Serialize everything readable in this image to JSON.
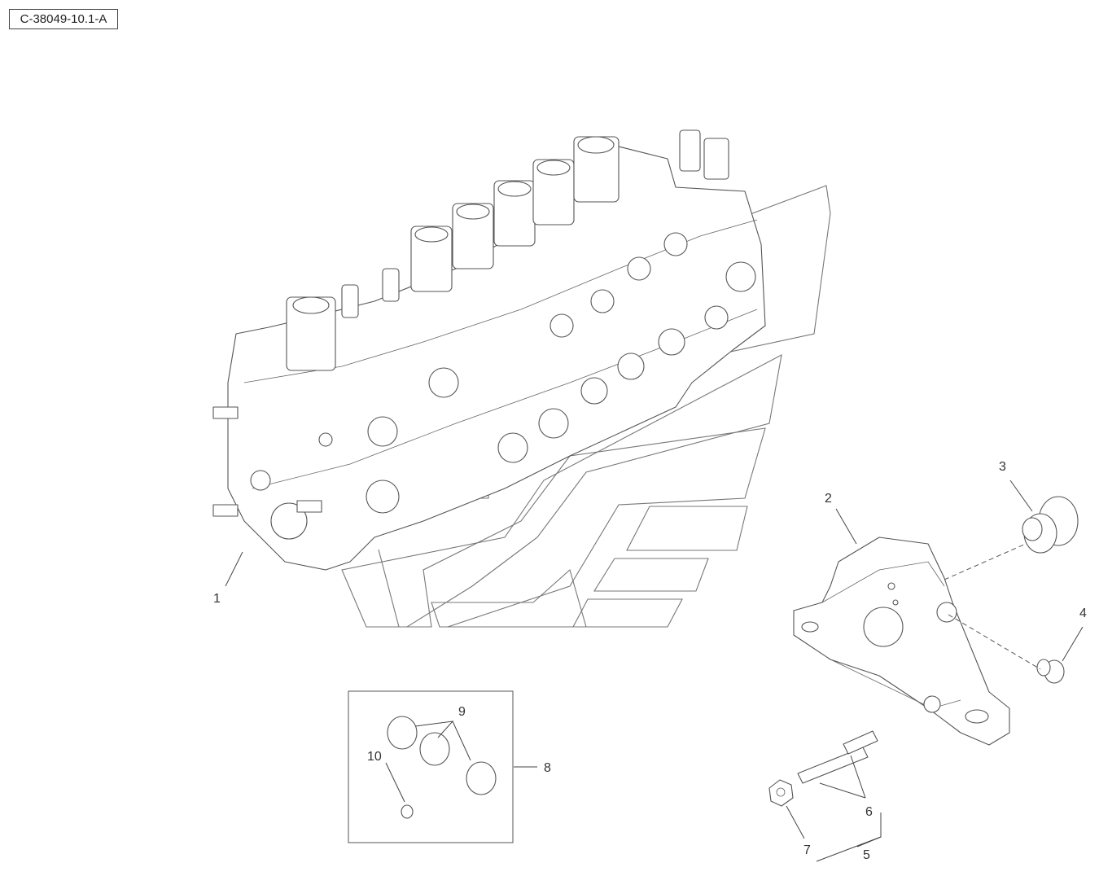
{
  "reference_code": "C-38049-10.1-A",
  "callouts": [
    "1",
    "2",
    "3",
    "4",
    "5",
    "6",
    "7",
    "8",
    "9",
    "10"
  ],
  "icons": {
    "watermark": "brand-chevron-logo",
    "part_1": "control-valve-assembly",
    "part_2": "mounting-bracket",
    "part_3": "plug",
    "part_4": "plug-small",
    "part_5_6_7": "stud-and-nut",
    "part_8_9_10": "seal-kit"
  }
}
